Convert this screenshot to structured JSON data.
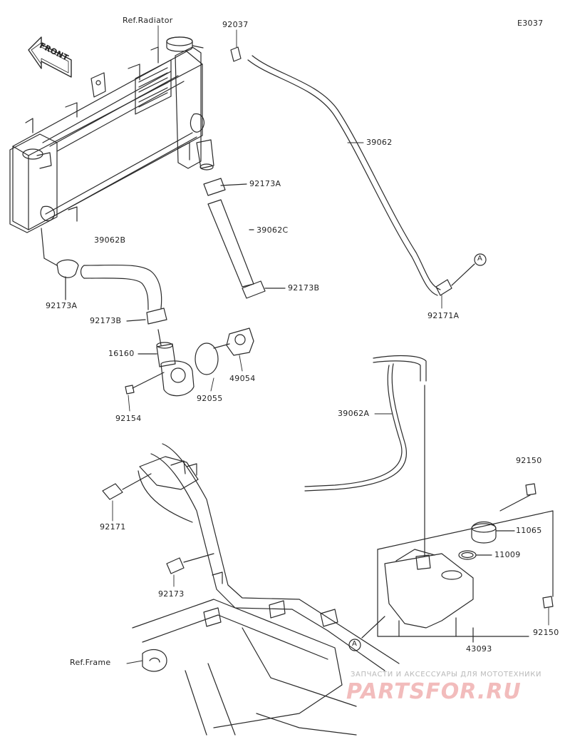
{
  "diagram_code": "E3037",
  "front_label": "FRONT",
  "reference_marker": "A",
  "labels": {
    "ref_radiator": "Ref.Radiator",
    "p92037": "92037",
    "p39062": "39062",
    "p92173A_top": "92173A",
    "p39062C": "39062C",
    "p92173B_right": "92173B",
    "p92171A": "92171A",
    "p39062B": "39062B",
    "p92173A_left": "92173A",
    "p92173B_left": "92173B",
    "p16160": "16160",
    "p92055": "92055",
    "p49054": "49054",
    "p92154": "92154",
    "p39062A": "39062A",
    "p92150_top": "92150",
    "p11065": "11065",
    "p11009": "11009",
    "p92171": "92171",
    "p92173": "92173",
    "p92150_bottom": "92150",
    "p43093": "43093",
    "ref_frame": "Ref.Frame"
  },
  "watermark": {
    "tagline": "ЗАПЧАСТИ И АКСЕССУАРЫ ДЛЯ МОТОТЕХНИКИ",
    "logo": "PARTSFOR.RU"
  }
}
